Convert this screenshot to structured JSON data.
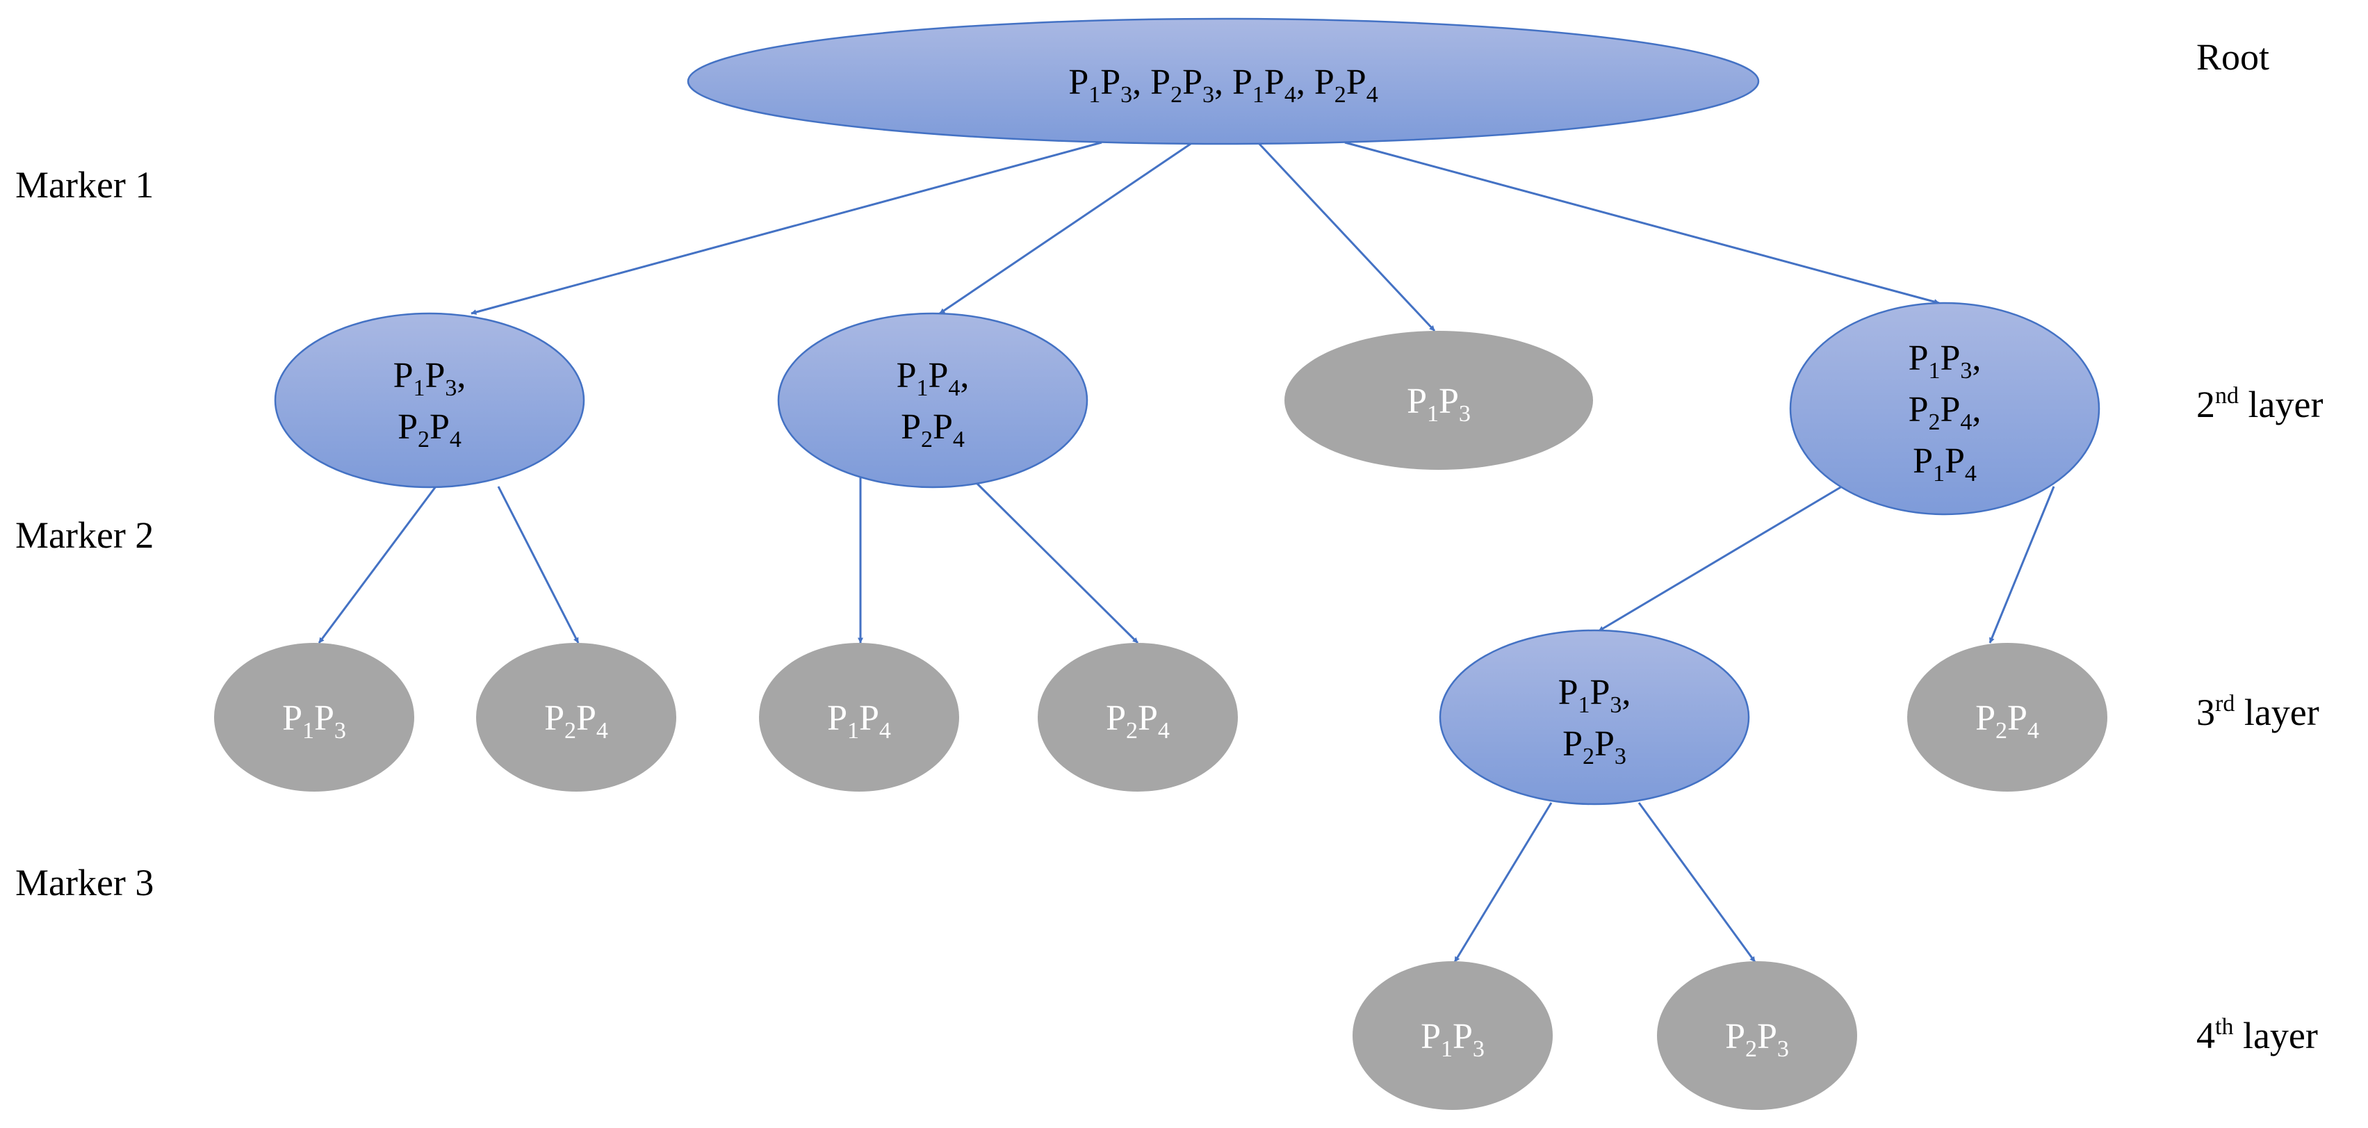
{
  "colors": {
    "blue_top": "#A9B8E3",
    "blue_bottom": "#7E9BD9",
    "blue_stroke": "#4472C4",
    "grey_fill": "#A6A6A6",
    "edge": "#4472C4"
  },
  "markers": [
    {
      "id": "marker1",
      "text": "Marker 1"
    },
    {
      "id": "marker2",
      "text": "Marker 2"
    },
    {
      "id": "marker3",
      "text": "Marker 3"
    }
  ],
  "layers": [
    {
      "id": "root",
      "text": "Root",
      "sup": "",
      "tail": ""
    },
    {
      "id": "layer2",
      "text": "2",
      "sup": "nd",
      "tail": " layer"
    },
    {
      "id": "layer3",
      "text": "3",
      "sup": "rd",
      "tail": " layer"
    },
    {
      "id": "layer4",
      "text": "4",
      "sup": "th",
      "tail": " layer"
    }
  ],
  "nodes": [
    {
      "id": "root",
      "style": "blue",
      "lines": [
        [
          "P",
          "1",
          "P",
          "3",
          ", ",
          "",
          "P",
          "2",
          "P",
          "3",
          ", ",
          "",
          "P",
          "1",
          "P",
          "4",
          ", ",
          "",
          "P",
          "2",
          "P",
          "4"
        ]
      ]
    },
    {
      "id": "l2a",
      "style": "blue",
      "lines": [
        [
          "P",
          "1",
          "P",
          "3",
          ","
        ],
        [
          "P",
          "2",
          "P",
          "4"
        ]
      ]
    },
    {
      "id": "l2b",
      "style": "blue",
      "lines": [
        [
          "P",
          "1",
          "P",
          "4",
          ","
        ],
        [
          "P",
          "2",
          "P",
          "4"
        ]
      ]
    },
    {
      "id": "l2c",
      "style": "grey",
      "lines": [
        [
          "P",
          "1",
          "P",
          "3"
        ]
      ]
    },
    {
      "id": "l2d",
      "style": "blue",
      "lines": [
        [
          "P",
          "1",
          "P",
          "3",
          ","
        ],
        [
          "P",
          "2",
          "P",
          "4",
          ","
        ],
        [
          "P",
          "1",
          "P",
          "4"
        ]
      ]
    },
    {
      "id": "l3a",
      "style": "grey",
      "lines": [
        [
          "P",
          "1",
          "P",
          "3"
        ]
      ]
    },
    {
      "id": "l3b",
      "style": "grey",
      "lines": [
        [
          "P",
          "2",
          "P",
          "4"
        ]
      ]
    },
    {
      "id": "l3c",
      "style": "grey",
      "lines": [
        [
          "P",
          "1",
          "P",
          "4"
        ]
      ]
    },
    {
      "id": "l3d",
      "style": "grey",
      "lines": [
        [
          "P",
          "2",
          "P",
          "4"
        ]
      ]
    },
    {
      "id": "l3e",
      "style": "blue",
      "lines": [
        [
          "P",
          "1",
          "P",
          "3",
          ","
        ],
        [
          "P",
          "2",
          "P",
          "3"
        ]
      ]
    },
    {
      "id": "l3f",
      "style": "grey",
      "lines": [
        [
          "P",
          "2",
          "P",
          "4"
        ]
      ]
    },
    {
      "id": "l4a",
      "style": "grey",
      "lines": [
        [
          "P",
          "1",
          "P",
          "3"
        ]
      ]
    },
    {
      "id": "l4b",
      "style": "grey",
      "lines": [
        [
          "P",
          "2",
          "P",
          "3"
        ]
      ]
    }
  ],
  "edges": [
    {
      "from": "root",
      "to": "l2a"
    },
    {
      "from": "root",
      "to": "l2b"
    },
    {
      "from": "root",
      "to": "l2c"
    },
    {
      "from": "root",
      "to": "l2d"
    },
    {
      "from": "l2a",
      "to": "l3a"
    },
    {
      "from": "l2a",
      "to": "l3b"
    },
    {
      "from": "l2b",
      "to": "l3c"
    },
    {
      "from": "l2b",
      "to": "l3d"
    },
    {
      "from": "l2d",
      "to": "l3e"
    },
    {
      "from": "l2d",
      "to": "l3f"
    },
    {
      "from": "l3e",
      "to": "l4a"
    },
    {
      "from": "l3e",
      "to": "l4b"
    }
  ]
}
